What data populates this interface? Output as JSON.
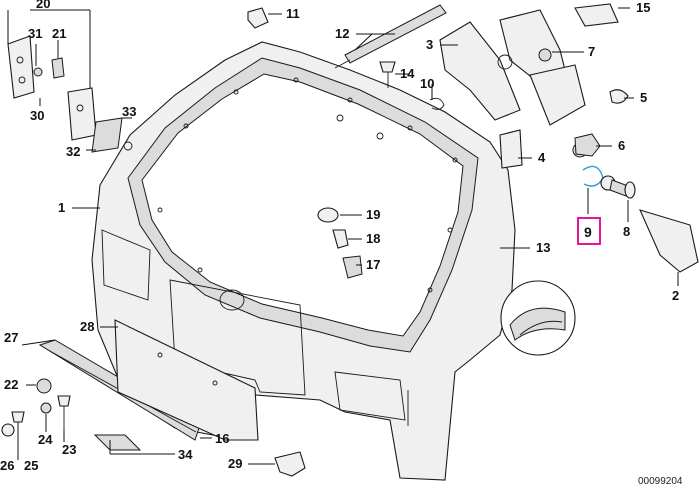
{
  "diagram": {
    "document_number": "00099204",
    "highlighted_part": "9",
    "highlight_color": "#e6159a",
    "clip_highlight_color": "#2a9fd6",
    "labels": {
      "p1": "1",
      "p2": "2",
      "p3": "3",
      "p4": "4",
      "p5": "5",
      "p6": "6",
      "p7": "7",
      "p8": "8",
      "p9": "9",
      "p10": "10",
      "p11": "11",
      "p12": "12",
      "p13": "13",
      "p14": "14",
      "p15": "15",
      "p16": "16",
      "p17": "17",
      "p18": "18",
      "p19": "19",
      "p20": "20",
      "p21": "21",
      "p22": "22",
      "p23": "23",
      "p24": "24",
      "p25": "25",
      "p26": "26",
      "p27": "27",
      "p28": "28",
      "p29": "29",
      "p30": "30",
      "p31": "31",
      "p32": "32",
      "p33": "33",
      "p34": "34"
    }
  }
}
